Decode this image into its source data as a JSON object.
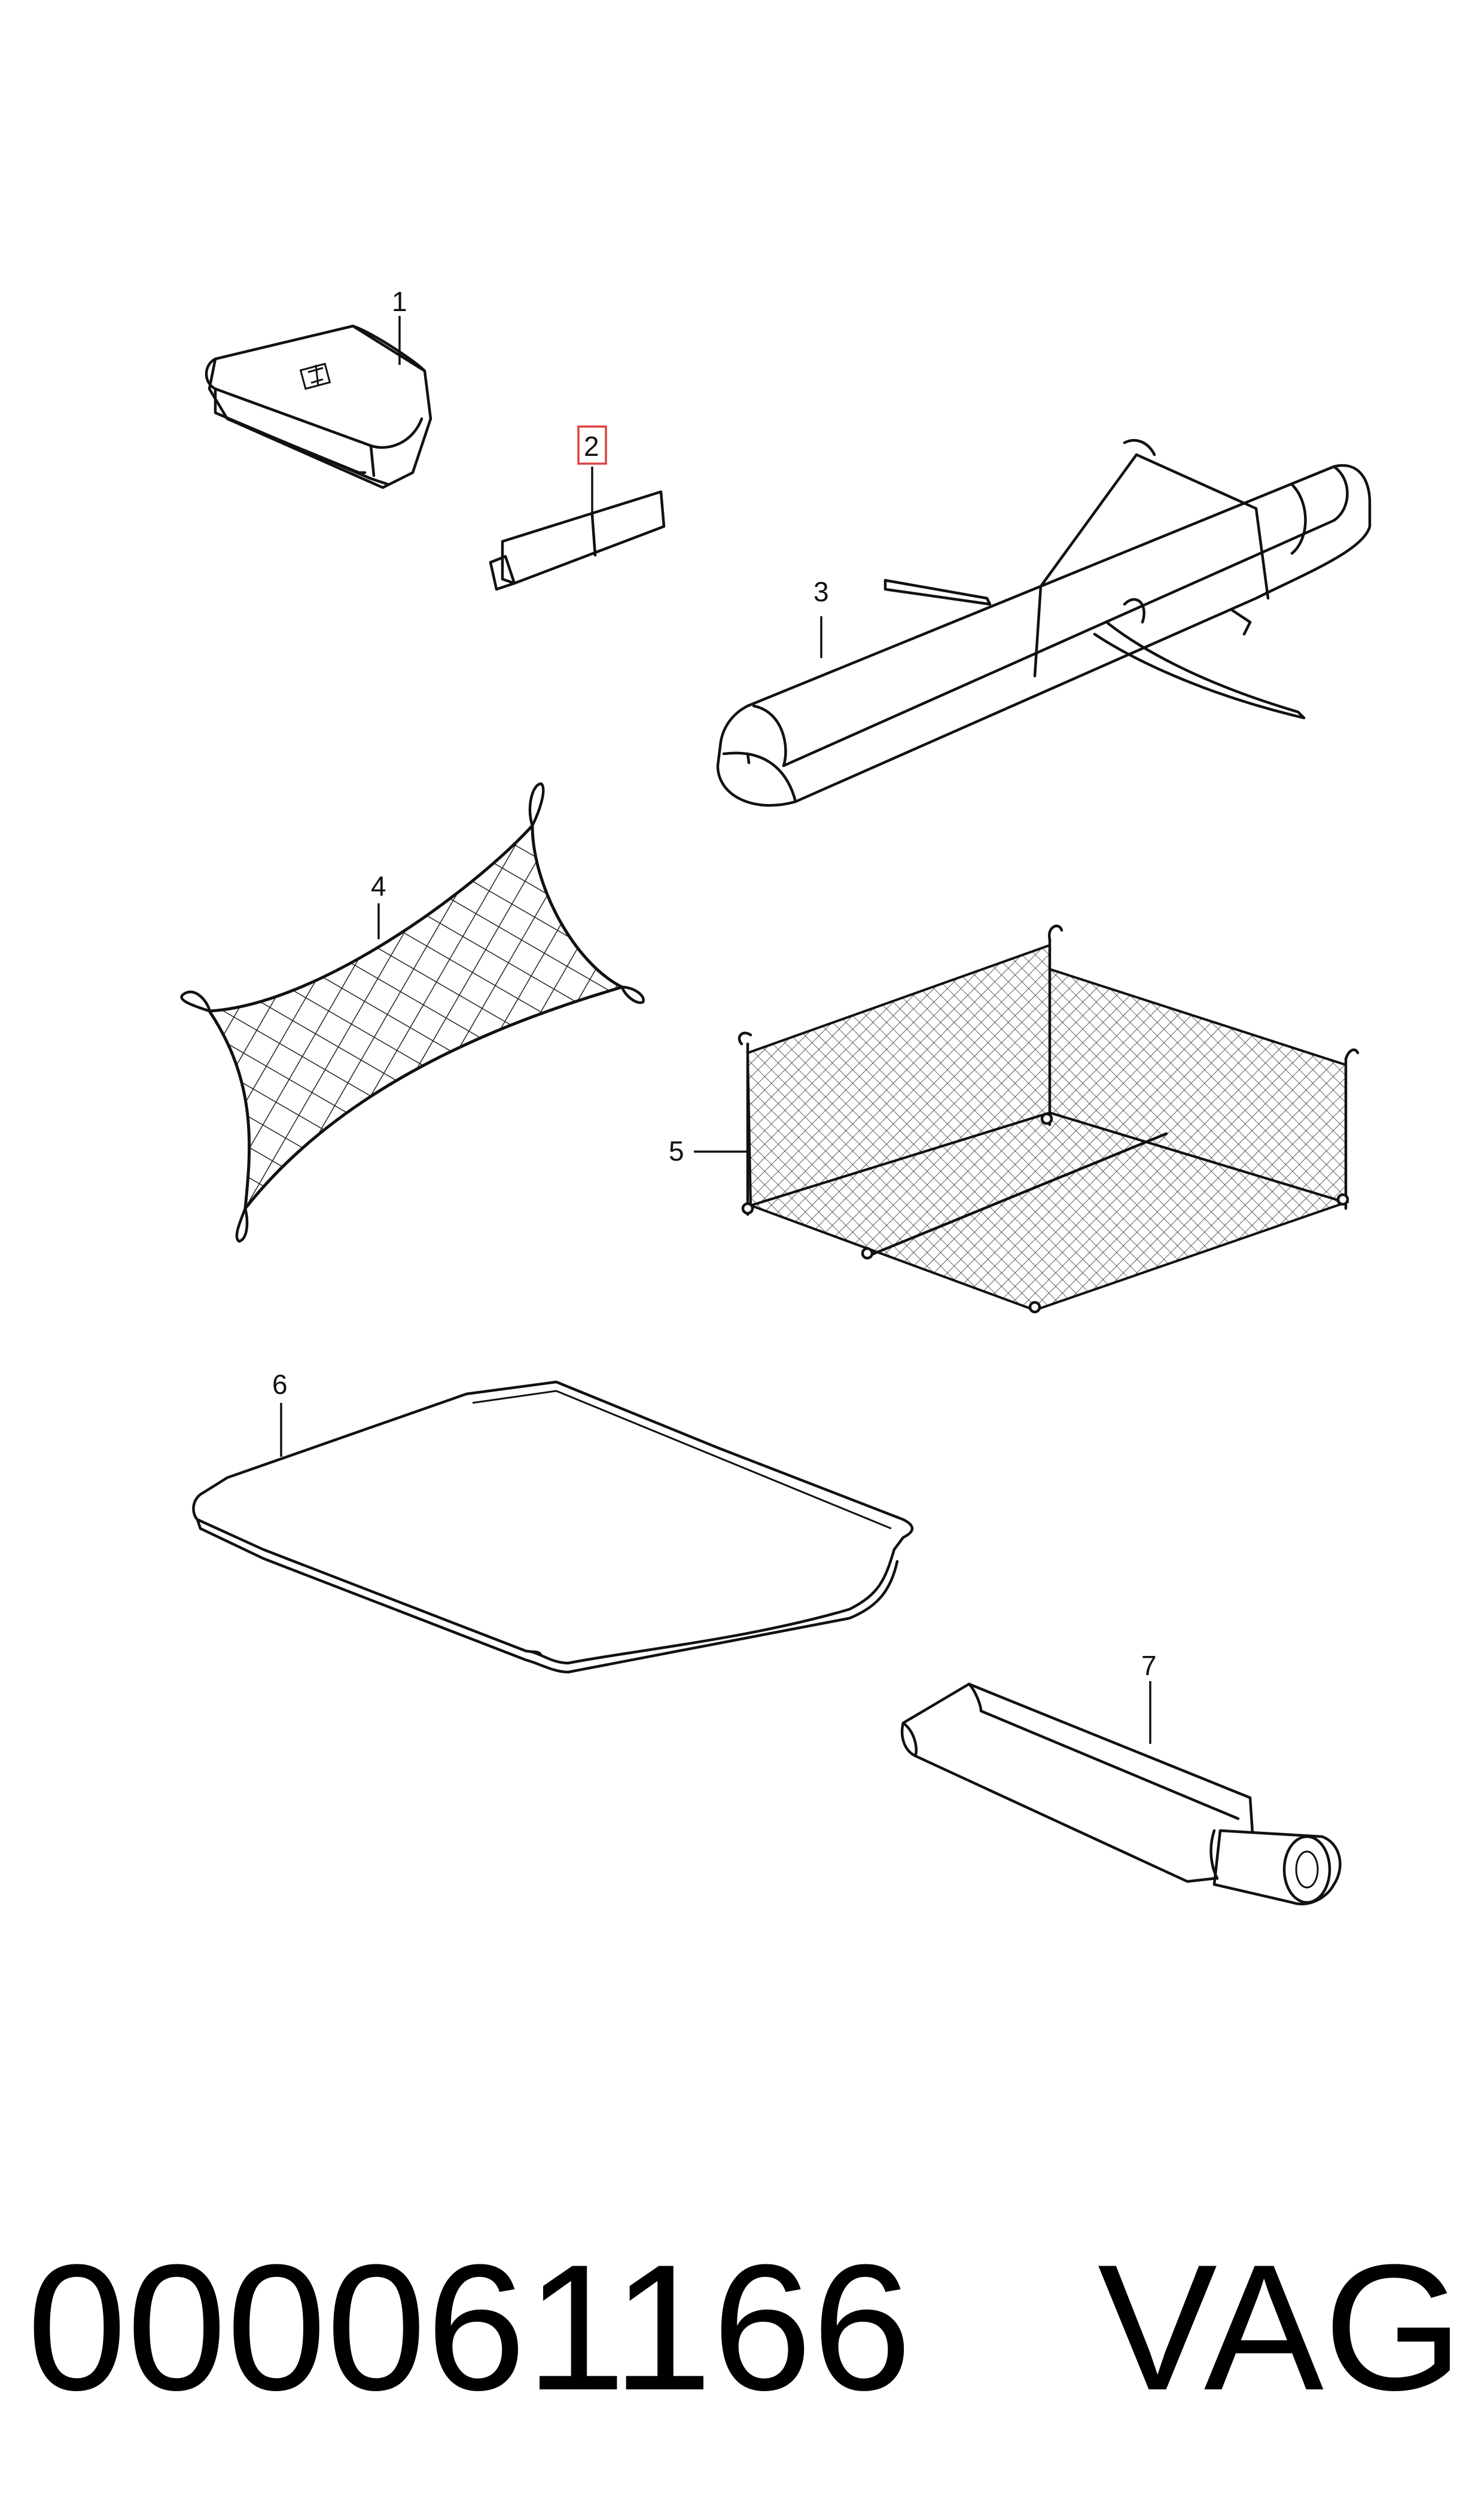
{
  "diagram": {
    "callouts": [
      {
        "id": "1",
        "label": "1"
      },
      {
        "id": "2",
        "label": "2",
        "highlighted": true
      },
      {
        "id": "3",
        "label": "3"
      },
      {
        "id": "4",
        "label": "4"
      },
      {
        "id": "5",
        "label": "5"
      },
      {
        "id": "6",
        "label": "6"
      },
      {
        "id": "7",
        "label": "7"
      }
    ],
    "highlight_color": "#e04040",
    "line_color": "#111111"
  },
  "footer": {
    "part_number": "000061166",
    "brand": "VAG"
  }
}
